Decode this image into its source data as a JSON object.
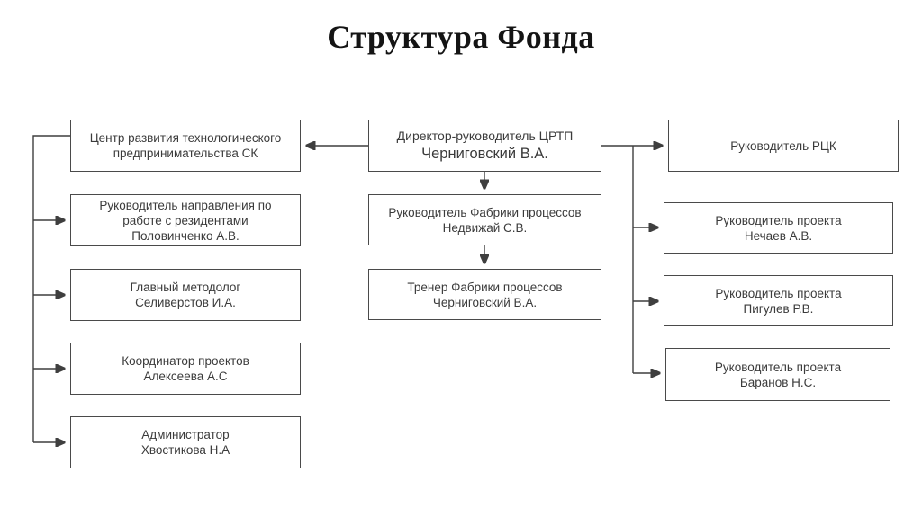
{
  "title": "Структура Фонда",
  "diagram": {
    "type": "org-chart",
    "colors": {
      "line": "#3f3f3f",
      "border": "#4a4a4a",
      "text": "#3b3b3b",
      "title_text": "#141414",
      "background": "#ffffff"
    },
    "nodes": {
      "left": [
        {
          "text": "Центр развития технологического\nпредпринимательства СК"
        },
        {
          "text": "Руководитель направления по\nработе с резидентами\nПоловинченко А.В."
        },
        {
          "text": "Главный методолог\nСеливерстов И.А."
        },
        {
          "text": "Координатор проектов\nАлексеева А.С"
        },
        {
          "text": "Администратор\nХвостикова Н.А"
        }
      ],
      "center": [
        {
          "role": "Директор-руководитель ЦРТП",
          "name": "Черниговский В.А."
        },
        {
          "text": "Руководитель Фабрики процессов\nНедвижай С.В."
        },
        {
          "text": "Тренер Фабрики процессов\nЧерниговский В.А."
        }
      ],
      "right": [
        {
          "text": "Руководитель РЦК"
        },
        {
          "text": "Руководитель проекта\nНечаев А.В."
        },
        {
          "text": "Руководитель проекта\nПигулев Р.В."
        },
        {
          "text": "Руководитель проекта\nБаранов Н.С."
        }
      ]
    },
    "edges": [
      {
        "from": "Директор-руководитель ЦРТП Черниговский В.А.",
        "to": "Центр развития технологического предпринимательства СК"
      },
      {
        "from": "Директор-руководитель ЦРТП Черниговский В.А.",
        "to": "Руководитель Фабрики процессов Недвижай С.В."
      },
      {
        "from": "Руководитель Фабрики процессов Недвижай С.В.",
        "to": "Тренер Фабрики процессов Черниговский В.А."
      },
      {
        "from": "Директор-руководитель ЦРТП Черниговский В.А.",
        "to": "Руководитель РЦК"
      },
      {
        "from": "Директор-руководитель ЦРТП Черниговский В.А.",
        "to": "Руководитель проекта Нечаев А.В."
      },
      {
        "from": "Директор-руководитель ЦРТП Черниговский В.А.",
        "to": "Руководитель проекта Пигулев Р.В."
      },
      {
        "from": "Директор-руководитель ЦРТП Черниговский В.А.",
        "to": "Руководитель проекта Баранов Н.С."
      },
      {
        "from": "Центр развития технологического предпринимательства СК",
        "to": "Руководитель направления по работе с резидентами Половинченко А.В."
      },
      {
        "from": "Центр развития технологического предпринимательства СК",
        "to": "Главный методолог Селиверстов И.А."
      },
      {
        "from": "Центр развития технологического предпринимательства СК",
        "to": "Координатор проектов Алексеева А.С"
      },
      {
        "from": "Центр развития технологического предпринимательства СК",
        "to": "Администратор Хвостикова Н.А"
      }
    ]
  }
}
